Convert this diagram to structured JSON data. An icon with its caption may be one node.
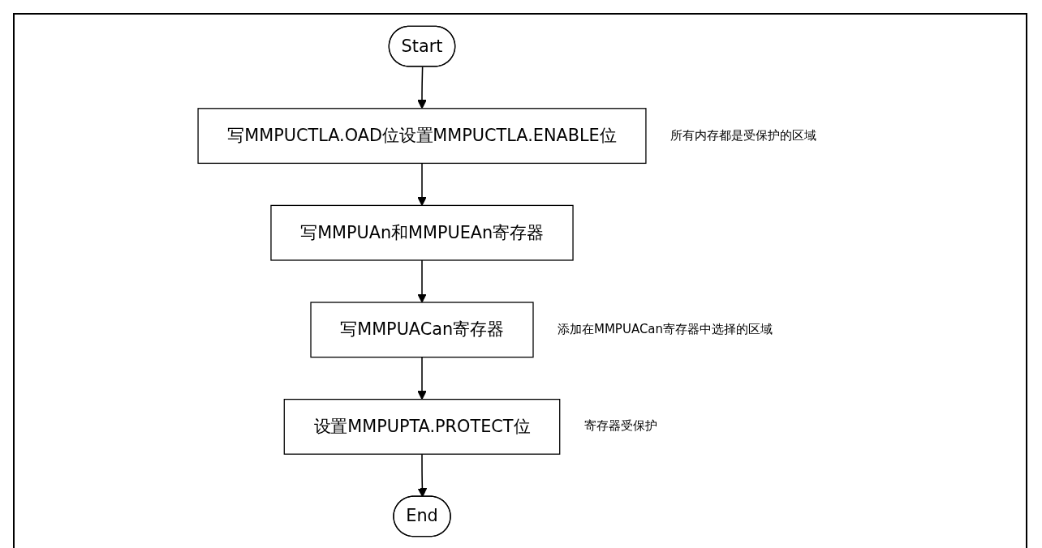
{
  "diagram": {
    "nodes": [
      {
        "text": [
          "Start"
        ]
      },
      {
        "text": [
          "写MMPUCTLA.OAD位设置MMPUCTLA.ENABLE位"
        ],
        "beside": [
          "所有内存都是受保护的区域"
        ]
      },
      {
        "text": [
          "写MMPUAn和MMPUEAn寄存器"
        ]
      },
      {
        "text": [
          "写MMPUACan寄存器"
        ],
        "beside": [
          "添加在MMPUACan寄存器中选择的区域"
        ]
      },
      {
        "text": [
          "设置MMPUPTA.PROTECT位"
        ],
        "beside": [
          "寄存器受保护"
        ]
      },
      {
        "text": [
          "End"
        ]
      }
    ],
    "edges": [
      {
        "from": 0,
        "to": 1,
        "arrow": "to"
      },
      {
        "from": 1,
        "to": 2,
        "arrow": "to"
      },
      {
        "from": 2,
        "to": 3,
        "arrow": "to"
      },
      {
        "from": 3,
        "to": 4,
        "arrow": "to"
      },
      {
        "from": 4,
        "to": 5,
        "arrow": "to"
      }
    ]
  }
}
